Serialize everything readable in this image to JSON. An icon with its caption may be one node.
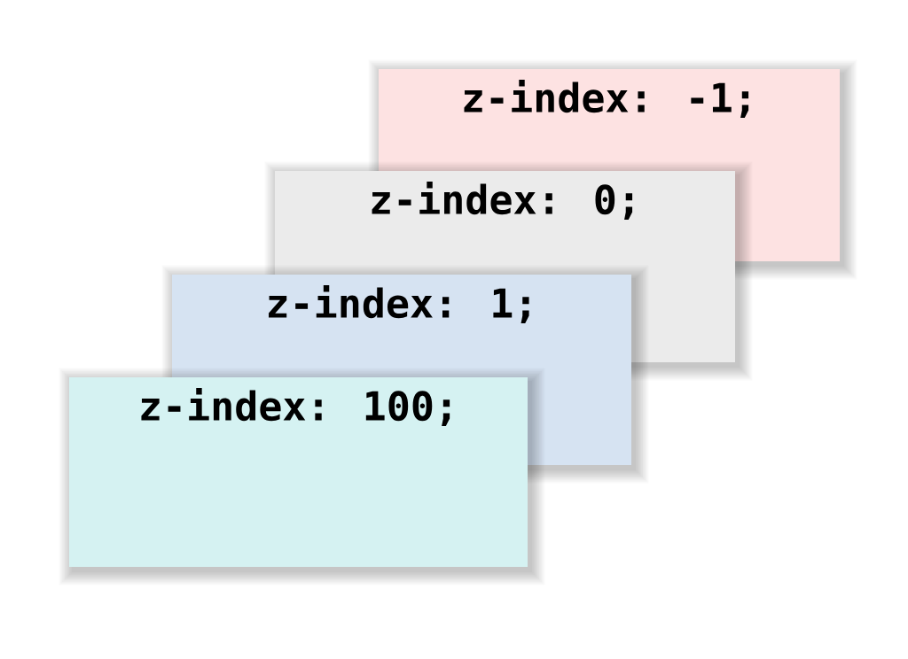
{
  "diagram": {
    "nodes": [
      {
        "text": [
          "z-index: -1;"
        ]
      },
      {
        "text": [
          "z-index: 0;"
        ]
      },
      {
        "text": [
          "z-index: 1;"
        ]
      },
      {
        "text": [
          "z-index: 100;"
        ]
      }
    ]
  }
}
